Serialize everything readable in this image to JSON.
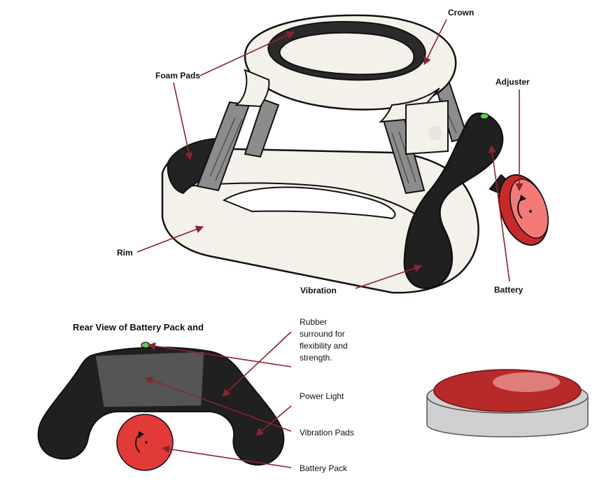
{
  "colors": {
    "leader": "#8b2332",
    "shell": "#f4f1ea",
    "pad": "#8c8c8c",
    "battery_pack": "#202020",
    "dial": "#e23a37",
    "power_light": "#5ecf4a",
    "button_top": "#b82a2a",
    "button_base": "#d0d0d0"
  },
  "labels": {
    "crown": "Crown",
    "foam_pads": "Foam Pads",
    "adjuster": "Adjuster",
    "rim": "Rim",
    "vibration": "Vibration",
    "battery": "Battery"
  },
  "rear_view": {
    "title": "Rear View of Battery Pack and",
    "rubber_note": [
      "Rubber",
      "surround for",
      "flexibility and",
      "strength."
    ],
    "power_light": "Power Light",
    "vibration_pads": "Vibration Pads",
    "battery_pack": "Battery Pack"
  },
  "icons": [
    "rotate-arrow-icon"
  ]
}
